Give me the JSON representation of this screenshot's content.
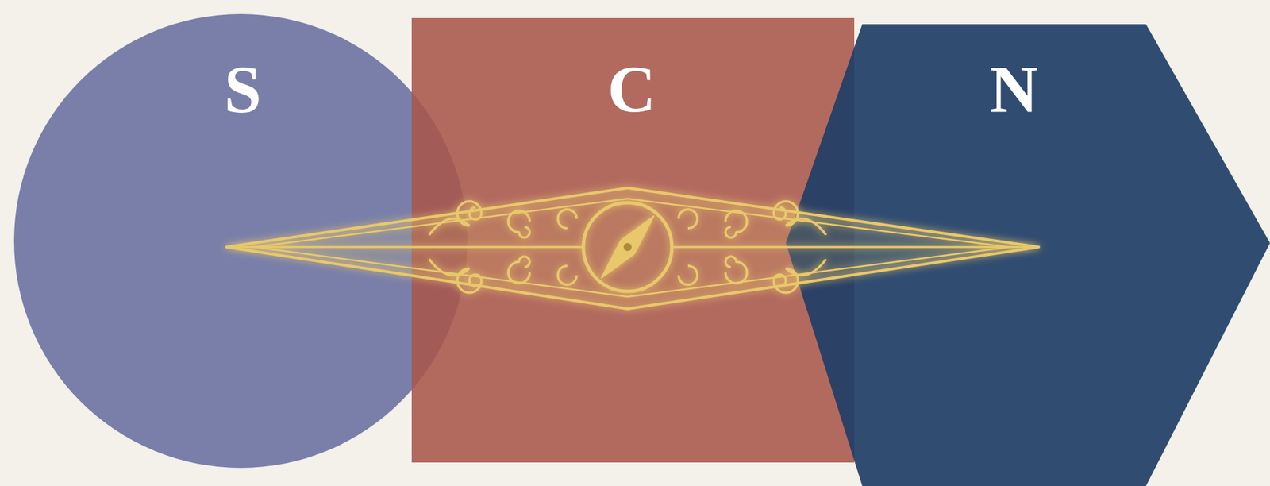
{
  "diagram": {
    "nodes": [
      {
        "text": [
          "S"
        ]
      },
      {
        "text": [
          "C"
        ]
      },
      {
        "text": [
          "N"
        ]
      }
    ]
  }
}
